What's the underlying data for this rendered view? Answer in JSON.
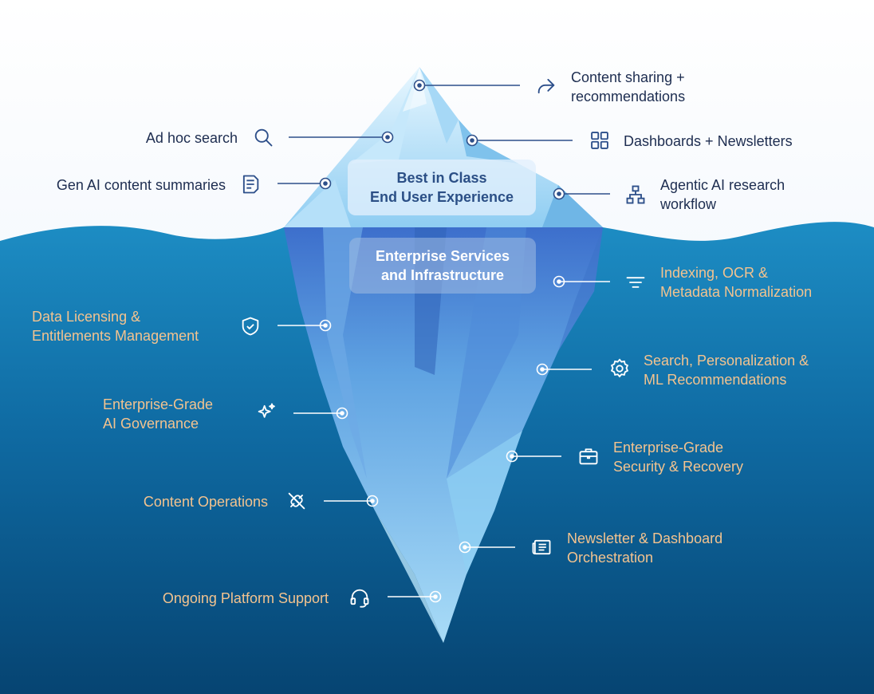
{
  "center_labels": {
    "above_line1": "Best in Class",
    "above_line2": "End User Experience",
    "below_line1": "Enterprise Services",
    "below_line2": "and Infrastructure"
  },
  "above_water": [
    {
      "key": "content_sharing",
      "line1": "Content sharing +",
      "line2": "recommendations",
      "icon": "share-arrow-icon"
    },
    {
      "key": "ad_hoc_search",
      "line1": "Ad hoc search",
      "icon": "search-icon"
    },
    {
      "key": "dashboards",
      "line1": "Dashboards + Newsletters",
      "icon": "grid-icon"
    },
    {
      "key": "gen_ai",
      "line1": "Gen AI content summaries",
      "icon": "document-icon"
    },
    {
      "key": "agentic",
      "line1": "Agentic AI research",
      "line2": "workflow",
      "icon": "hierarchy-icon"
    }
  ],
  "below_water": [
    {
      "key": "indexing",
      "line1": "Indexing, OCR &",
      "line2": "Metadata Normalization",
      "icon": "filter-lines-icon"
    },
    {
      "key": "licensing",
      "line1": "Data Licensing &",
      "line2": "Entitlements Management",
      "icon": "shield-check-icon"
    },
    {
      "key": "search_ml",
      "line1": "Search, Personalization &",
      "line2": "ML Recommendations",
      "icon": "gear-icon"
    },
    {
      "key": "governance",
      "line1": "Enterprise-Grade",
      "line2": "AI Governance",
      "icon": "sparkles-icon"
    },
    {
      "key": "security",
      "line1": "Enterprise-Grade",
      "line2": "Security & Recovery",
      "icon": "briefcase-icon"
    },
    {
      "key": "content_ops",
      "line1": "Content Operations",
      "icon": "plug-icon"
    },
    {
      "key": "newsletter",
      "line1": "Newsletter & Dashboard",
      "line2": "Orchestration",
      "icon": "newspaper-icon"
    },
    {
      "key": "support",
      "line1": "Ongoing Platform Support",
      "icon": "headset-icon"
    }
  ],
  "colors": {
    "sky_top": "#ffffff",
    "sky_bottom": "#e6effa",
    "water_top": "#1d8dc4",
    "water_bottom": "#064472",
    "ice_light": "#d9f0ff",
    "ice_mid": "#9fd3f4",
    "ice_deep": "#4a7fcf",
    "connector_above": "#2d4f8a",
    "connector_below": "#ffffff",
    "text_above": "#1d2d50",
    "text_below": "#f3c38f"
  }
}
